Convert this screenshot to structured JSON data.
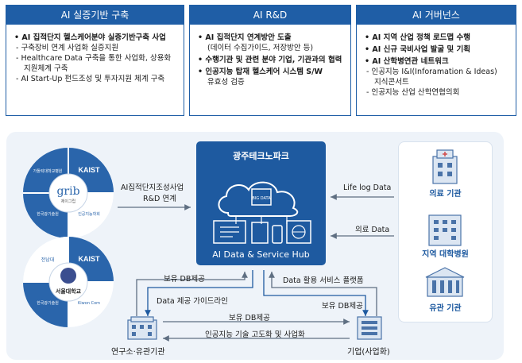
{
  "panels": [
    {
      "title": "AI 실증기반 구축",
      "items": [
        {
          "type": "main",
          "text": "AI 집적단지 헬스케어분야 실증기반구축 사업"
        },
        {
          "type": "sub",
          "text": "구축장비 연계 사업화 실증지원"
        },
        {
          "type": "sub",
          "text": "Healthcare Data 구축을 통한 사업화, 상용화"
        },
        {
          "type": "indent",
          "text": "지원체계 구축"
        },
        {
          "type": "sub",
          "text": "AI Start-Up 펀드조성 및 투자지원 체계 구축"
        }
      ]
    },
    {
      "title": "AI R&D",
      "items": [
        {
          "type": "main",
          "text": "AI 집적단지 연계방안 도출"
        },
        {
          "type": "indent",
          "text": "(데이터 수집가이드, 저장방안 등)"
        },
        {
          "type": "main",
          "text": "수행기관 및 관련 분야 기업, 기관과의 협력"
        },
        {
          "type": "main",
          "text": "인공지능 탑재 헬스케어 시스템 S/W"
        },
        {
          "type": "indent",
          "text": "유효성 검증"
        }
      ]
    },
    {
      "title": "AI 거버넌스",
      "items": [
        {
          "type": "main",
          "text": "AI 지역 산업 정책 로드맵 수행"
        },
        {
          "type": "main",
          "text": "AI 신규 국비사업 발굴 및 기획"
        },
        {
          "type": "main",
          "text": "AI 산학병연관 네트워크"
        },
        {
          "type": "sub",
          "text": "인공지능 I&I(Inforamation & Ideas)"
        },
        {
          "type": "indent",
          "text": "지식콘서트"
        },
        {
          "type": "sub",
          "text": "인공지능 산업 산학연협의회"
        }
      ]
    }
  ],
  "hub": {
    "logo": "광주테크노파크",
    "chip_text": "BIG DATA",
    "caption": "AI Data & Service Hub"
  },
  "circles": {
    "top": {
      "center": "grib",
      "center_sub": "제이그립",
      "seg_kaist": "KAIST",
      "seg_tl": "가톨릭대학교병원",
      "seg_bl": "한국광기술원",
      "seg_br": "인공지능학회"
    },
    "bottom": {
      "center": "서울대학교",
      "seg_kaist": "KAIST",
      "seg_tl": "전남대",
      "seg_bl": "한국광기술원",
      "seg_br": "Kiwon Com"
    }
  },
  "labels": {
    "ai_link_1": "AI집적단지조성사업",
    "ai_link_2": "R&D 연계",
    "life_log": "Life log Data",
    "medical_data": "의료  Data",
    "owned_db_left": "보유 DB제공",
    "data_platform": "Data 활용 서비스 플랫폼",
    "data_guideline": "Data 제공 가이드라인",
    "owned_db_right": "보유 DB제공",
    "owned_db_bottom": "보유 DB제공",
    "ai_commercial": "인공지능 기술 고도화 및 사업화",
    "research_org": "연구소·유관기관",
    "company": "기업(사업화)"
  },
  "institutions": [
    "의료 기관",
    "지역 대학병원",
    "유관 기관"
  ]
}
